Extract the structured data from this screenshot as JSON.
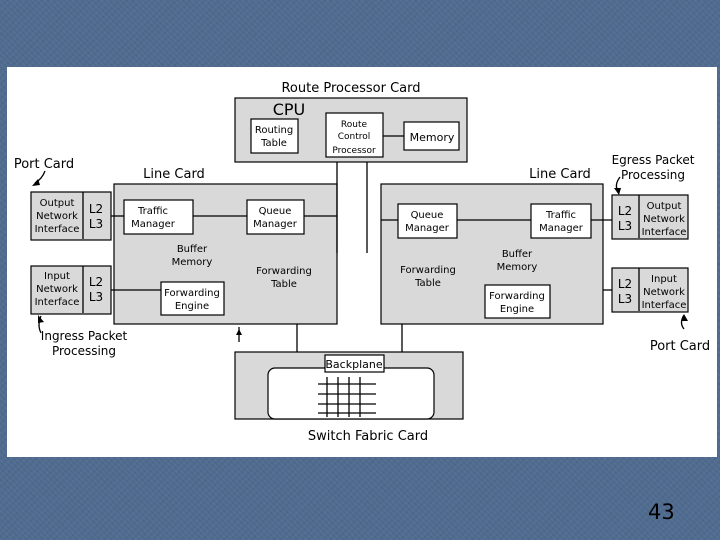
{
  "diagram": {
    "route_processor_card": "Route Processor Card",
    "cpu": "CPU",
    "routing_table": [
      "Routing",
      "Table"
    ],
    "route_control_processor": [
      "Route",
      "Control",
      "Processor"
    ],
    "memory": "Memory",
    "port_card_left": "Port Card",
    "line_card_left": "Line Card",
    "line_card_right": "Line Card",
    "egress_processing": [
      "Egress Packet",
      "Processing"
    ],
    "ingress_processing": [
      "Ingress Packet",
      "Processing"
    ],
    "port_card_right": "Port Card",
    "output_interface_left": [
      "Output",
      "Network",
      "Interface"
    ],
    "input_interface_left": [
      "Input",
      "Network",
      "Interface"
    ],
    "output_interface_right": [
      "Output",
      "Network",
      "Interface"
    ],
    "input_interface_right": [
      "Input",
      "Network",
      "Interface"
    ],
    "l2": "L2",
    "l3": "L3",
    "traffic_manager": [
      "Traffic",
      "Manager"
    ],
    "queue_manager": [
      "Queue",
      "Manager"
    ],
    "buffer_memory": [
      "Buffer",
      "Memory"
    ],
    "forwarding_engine": [
      "Forwarding",
      "Engine"
    ],
    "forwarding_table": [
      "Forwarding",
      "Table"
    ],
    "backplane": "Backplane",
    "switch_fabric_card": "Switch Fabric Card"
  },
  "slide_number": "43",
  "colors": {
    "background": "#4f6b8f",
    "panel": "#ffffff",
    "box_fill": "#d9d9d9"
  }
}
